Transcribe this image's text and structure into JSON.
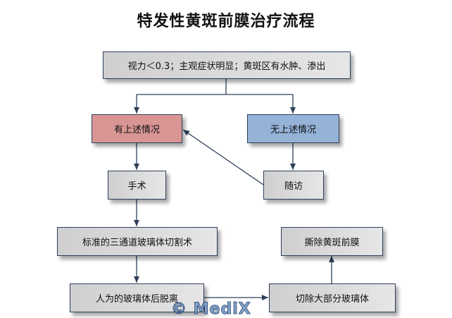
{
  "title": "特发性黄斑前膜治疗流程",
  "nodes": {
    "criteria": "视力＜0.3；主观症状明显；黄斑区有水肿、渗出",
    "has_condition": "有上述情况",
    "no_condition": "无上述情况",
    "surgery": "手术",
    "follow_up": "随访",
    "vitrectomy": "标准的三通道玻璃体切割术",
    "pvd": "人为的玻璃体后脱离",
    "remove_vitreous": "切除大部分玻璃体",
    "peel_erm": "撕除黄斑前膜"
  },
  "colors": {
    "has_condition": "#d89594",
    "no_condition": "#95b3d7",
    "default_node": "#dcdcdc",
    "line": "#2d4058"
  },
  "watermark": "© MediX"
}
